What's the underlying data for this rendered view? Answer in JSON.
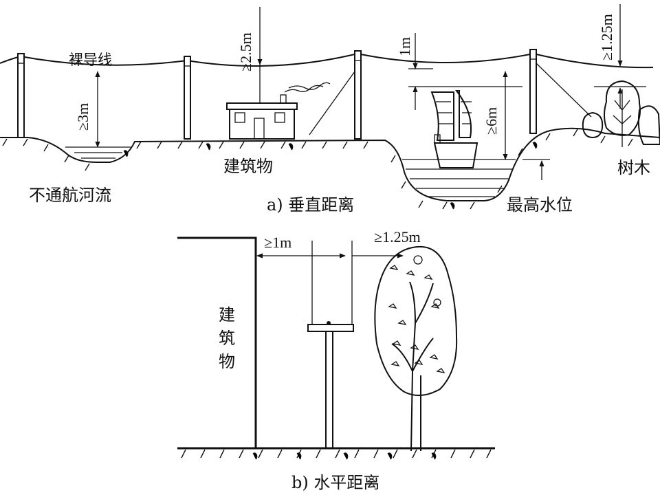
{
  "diagram": {
    "panel_a": {
      "caption": "a)  垂直距离",
      "labels": {
        "bare_conductor": "裸导线",
        "building": "建筑物",
        "non_navigable_river": "不通航河流",
        "highest_water_level": "最高水位",
        "trees": "树木"
      },
      "dimensions": {
        "river_clearance": "≥3m",
        "building_clearance": "≥2.5m",
        "sag_allowance": "1m",
        "high_water_clearance": "≥6m",
        "tree_clearance": "≥1.25m"
      }
    },
    "panel_b": {
      "caption": "b)  水平距离",
      "labels": {
        "building": "建\n筑\n物"
      },
      "building_chars": [
        "建",
        "筑",
        "物"
      ],
      "dimensions": {
        "building_distance": "≥1m",
        "tree_distance": "≥1.25m"
      }
    }
  }
}
